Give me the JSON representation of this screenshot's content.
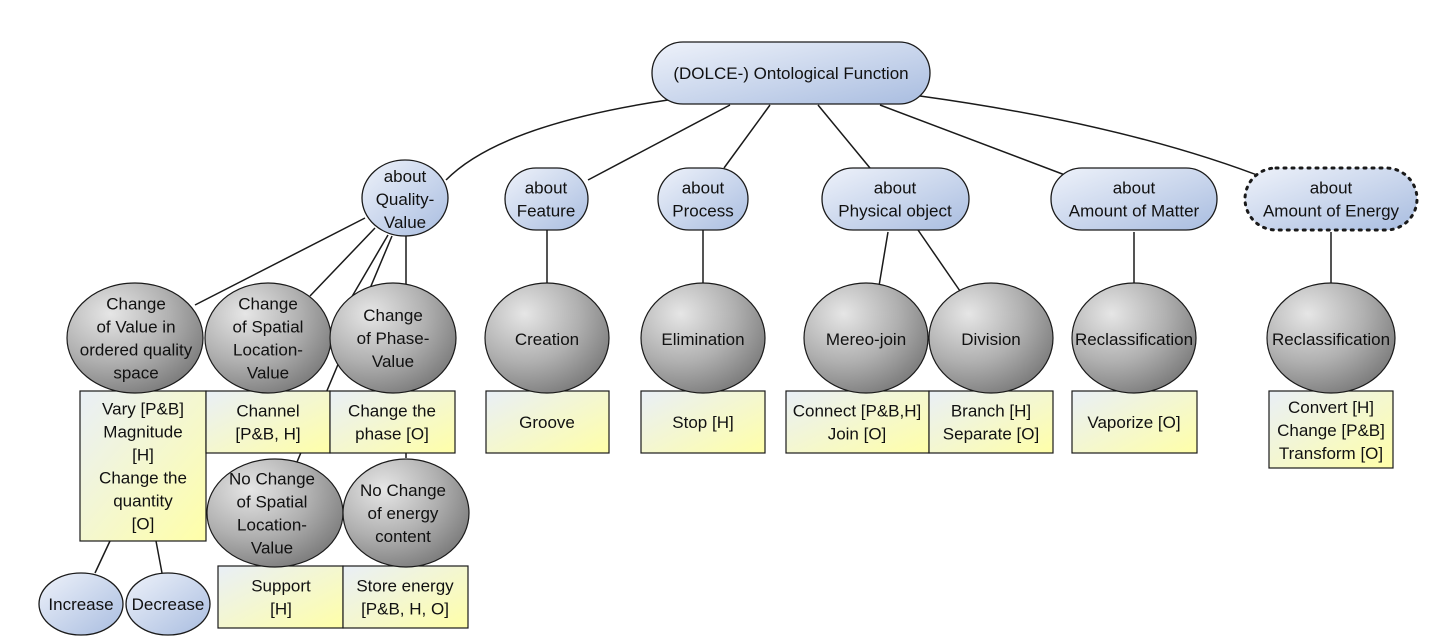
{
  "root": {
    "lines": [
      "(DOLCE-) Ontological Function"
    ]
  },
  "about": {
    "quality_value": {
      "lines": [
        "about",
        "Quality-",
        "Value"
      ]
    },
    "feature": {
      "lines": [
        "about",
        "Feature"
      ]
    },
    "process": {
      "lines": [
        "about",
        "Process"
      ]
    },
    "physical_object": {
      "lines": [
        "about",
        "Physical object"
      ]
    },
    "amount_of_matter": {
      "lines": [
        "about",
        "Amount of Matter"
      ]
    },
    "amount_of_energy": {
      "lines": [
        "about",
        "Amount of Energy"
      ]
    }
  },
  "functions": {
    "change_value_ordered": {
      "lines": [
        "Change",
        "of Value in",
        "ordered quality",
        "space"
      ]
    },
    "change_spatial_location": {
      "lines": [
        "Change",
        "of Spatial",
        "Location-",
        "Value"
      ]
    },
    "change_phase_value": {
      "lines": [
        "Change",
        "of Phase-",
        "Value"
      ]
    },
    "no_change_spatial_location": {
      "lines": [
        "No Change",
        "of Spatial",
        "Location-",
        "Value"
      ]
    },
    "no_change_energy": {
      "lines": [
        "No Change",
        "of energy",
        "content"
      ]
    },
    "creation": {
      "lines": [
        "Creation"
      ]
    },
    "elimination": {
      "lines": [
        "Elimination"
      ]
    },
    "mereo_join": {
      "lines": [
        "Mereo-join"
      ]
    },
    "division": {
      "lines": [
        "Division"
      ]
    },
    "reclassification_matter": {
      "lines": [
        "Reclassification"
      ]
    },
    "reclassification_energy": {
      "lines": [
        "Reclassification"
      ]
    }
  },
  "verbs": {
    "vary": {
      "lines": [
        "Vary [P&B]",
        "Magnitude",
        "[H]",
        "Change the",
        "quantity",
        "[O]"
      ]
    },
    "channel": {
      "lines": [
        "Channel",
        "[P&B, H]"
      ]
    },
    "change_phase": {
      "lines": [
        "Change the",
        "phase [O]"
      ]
    },
    "support": {
      "lines": [
        "Support",
        "[H]"
      ]
    },
    "store_energy": {
      "lines": [
        "Store energy",
        "[P&B, H, O]"
      ]
    },
    "groove": {
      "lines": [
        "Groove"
      ]
    },
    "stop": {
      "lines": [
        "Stop [H]"
      ]
    },
    "connect": {
      "lines": [
        "Connect [P&B,H]",
        "Join [O]"
      ]
    },
    "branch": {
      "lines": [
        "Branch [H]",
        "Separate [O]"
      ]
    },
    "vaporize": {
      "lines": [
        "Vaporize [O]"
      ]
    },
    "convert": {
      "lines": [
        "Convert [H]",
        "Change [P&B]",
        "Transform [O]"
      ]
    }
  },
  "leaves": {
    "increase": {
      "lines": [
        "Increase"
      ]
    },
    "decrease": {
      "lines": [
        "Decrease"
      ]
    }
  },
  "colors": {
    "about_gradient_start": "#eef2fa",
    "about_gradient_end": "#a9bde0",
    "function_gradient_light": "#e2e2e2",
    "function_gradient_dark": "#7c7c7c",
    "verb_gradient_start": "#e9eff7",
    "verb_gradient_end": "#ffffa8",
    "stroke": "#1a1a1a"
  }
}
